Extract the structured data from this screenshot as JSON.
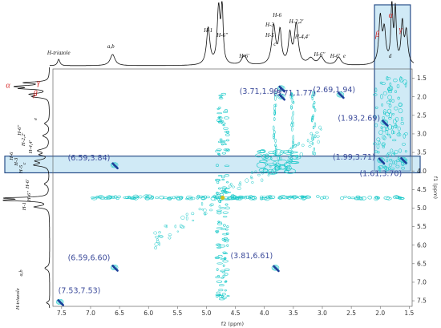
{
  "chart_data": {
    "type": "scatter",
    "subtype": "2D NMR contour plot with 1D projections",
    "xlabel": "f2 (ppm)",
    "ylabel": "f1 (ppm)",
    "xlim": [
      7.65,
      1.45
    ],
    "ylim": [
      7.65,
      1.25
    ],
    "xticks": [
      "7.5",
      "7.0",
      "6.5",
      "6.0",
      "5.5",
      "5.0",
      "4.5",
      "4.0",
      "3.5",
      "3.0",
      "2.5",
      "2.0",
      "1.5"
    ],
    "yticks": [
      "1.5",
      "2.0",
      "2.5",
      "3.0",
      "3.5",
      "4.0",
      "4.5",
      "5.0",
      "5.5",
      "6.0",
      "6.5",
      "7.0",
      "7.5"
    ],
    "cross_peaks": [
      {
        "label": "(3.71,1.99)",
        "x": 3.71,
        "y": 1.99
      },
      {
        "label": "(2.69,1.94)",
        "x": 2.69,
        "y": 1.94
      },
      {
        "label": "(3.71,1.77)",
        "x": 3.71,
        "y": 1.77
      },
      {
        "label": "(1.93,2.69)",
        "x": 1.93,
        "y": 2.69
      },
      {
        "label": "(6.59,3.84)",
        "x": 6.59,
        "y": 3.84
      },
      {
        "label": "(1.99,3.71)",
        "x": 1.99,
        "y": 3.71
      },
      {
        "label": "(1.61,3.70)",
        "x": 1.61,
        "y": 3.7
      },
      {
        "label": "(6.59,6.60)",
        "x": 6.59,
        "y": 6.6
      },
      {
        "label": "(3.81,6.61)",
        "x": 3.81,
        "y": 6.61
      },
      {
        "label": "(7.53,7.53)",
        "x": 7.53,
        "y": 7.53
      }
    ],
    "top_projection_labels": [
      {
        "text": "H-triazole",
        "ppm": 7.55
      },
      {
        "text": "a,b",
        "ppm": 6.65
      },
      {
        "text": "H-1",
        "ppm": 4.97
      },
      {
        "text": "H-6\"",
        "ppm": 4.73
      },
      {
        "text": "H-6'",
        "ppm": 4.35
      },
      {
        "text": "H-6",
        "ppm": 3.78
      },
      {
        "text": "H-3",
        "ppm": 3.88
      },
      {
        "text": "H-5",
        "ppm": 3.88
      },
      {
        "text": "c",
        "ppm": 3.82
      },
      {
        "text": "H-2,2'",
        "ppm": 3.45
      },
      {
        "text": "H-4,4'",
        "ppm": 3.35
      },
      {
        "text": "H-6''",
        "ppm": 3.05
      },
      {
        "text": "H-6'",
        "ppm": 2.78
      },
      {
        "text": "e",
        "ppm": 2.62
      },
      {
        "text": "d",
        "ppm": 1.83
      }
    ],
    "left_projection_labels": [
      {
        "text": "H-triazole",
        "ppm": 7.45
      },
      {
        "text": "a,b",
        "ppm": 6.75
      },
      {
        "text": "H-1",
        "ppm": 4.95
      },
      {
        "text": "H-6\"",
        "ppm": 4.68
      },
      {
        "text": "H-6'",
        "ppm": 4.35
      },
      {
        "text": "H-5",
        "ppm": 3.95
      },
      {
        "text": "c",
        "ppm": 3.8
      },
      {
        "text": "H-3",
        "ppm": 3.75
      },
      {
        "text": "H-6",
        "ppm": 3.6
      },
      {
        "text": "H-4,4'",
        "ppm": 3.35
      },
      {
        "text": "H-2,2'",
        "ppm": 3.15
      },
      {
        "text": "H-6''",
        "ppm": 2.9
      },
      {
        "text": "e",
        "ppm": 2.6
      }
    ],
    "greek_top": [
      {
        "text": "α",
        "ppm": 1.82
      },
      {
        "text": "β",
        "ppm": 2.05
      },
      {
        "text": "γ",
        "ppm": 1.65
      }
    ],
    "greek_left": [
      {
        "text": "α",
        "ppm": 1.72
      },
      {
        "text": "β",
        "ppm": 1.92
      },
      {
        "text": "γ",
        "ppm": 1.62
      }
    ],
    "highlight_columns_ppm": [
      2.1,
      1.48
    ],
    "highlight_rows_ppm": [
      3.6,
      4.05
    ],
    "colors": {
      "contour": "#18c8c8",
      "label": "#3b4a9a",
      "greek": "#d42020",
      "highlight_fill": "#a9d8ee",
      "highlight_stroke": "#2a4f8a",
      "marker": "#1d3f9a",
      "diag_marker": "#d4c01a",
      "spectrum": "#111111"
    }
  }
}
